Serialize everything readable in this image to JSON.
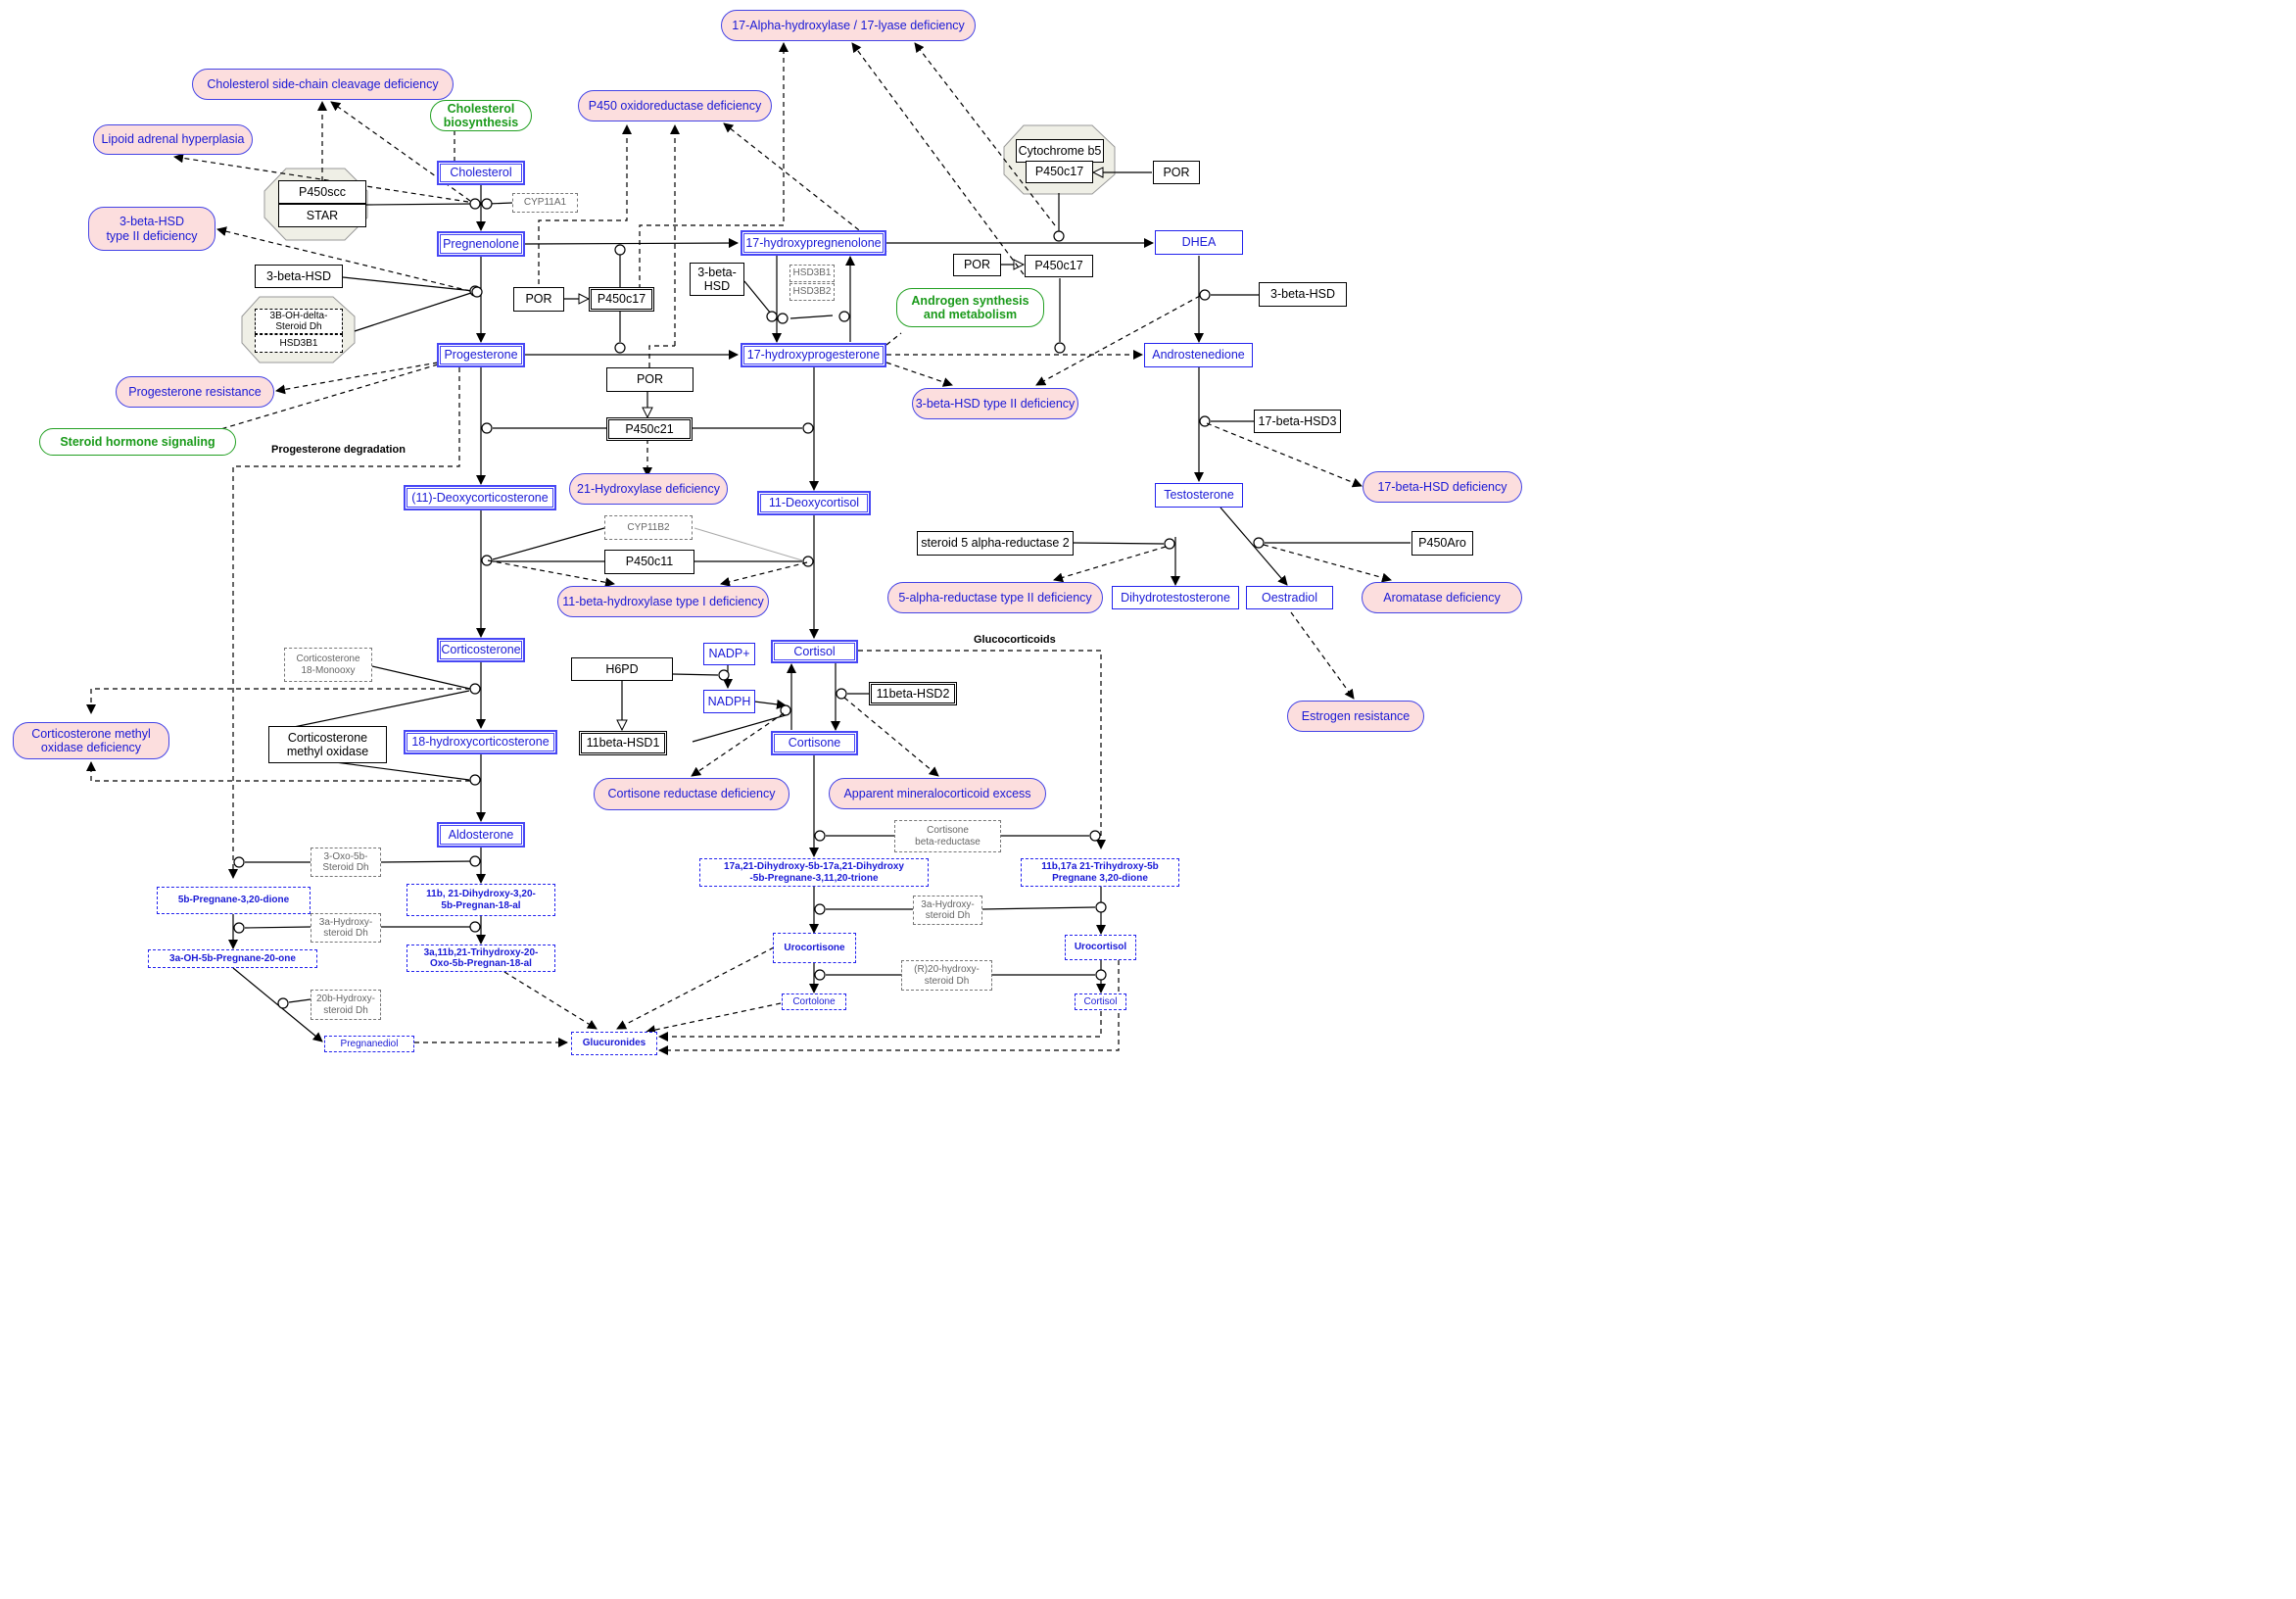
{
  "diseases": {
    "alpha17": "17-Alpha-hydroxylase / 17-lyase deficiency",
    "sidechain": "Cholesterol side-chain cleavage deficiency",
    "lipoid": "Lipoid adrenal hyperplasia",
    "hsd3_left": "3-beta-HSD\ntype II deficiency",
    "p450or": "P450 oxidoreductase deficiency",
    "prog_res": "Progesterone resistance",
    "hsd3_right": "3-beta-HSD type II deficiency",
    "hsd17": "17-beta-HSD deficiency",
    "hydrox21": "21-Hydroxylase deficiency",
    "hydrox11": "11-beta-hydroxylase type I deficiency",
    "red5a": "5-alpha-reductase type II deficiency",
    "aromatase": "Aromatase deficiency",
    "estrogen": "Estrogen resistance",
    "cmo": "Corticosterone methyl\noxidase deficiency",
    "cortisone_red": "Cortisone reductase deficiency",
    "ame": "Apparent mineralocorticoid excess"
  },
  "pathways": {
    "chol_bio": "Cholesterol\nbiosynthesis",
    "androgen": "Androgen synthesis\nand metabolism",
    "steroid_sig": "Steroid hormone signaling"
  },
  "metabolites": {
    "cholesterol": "Cholesterol",
    "pregnenolone": "Pregnenolone",
    "hpreg17": "17-hydroxypregnenolone",
    "dhea": "DHEA",
    "progesterone": "Progesterone",
    "hprog17": "17-hydroxyprogesterone",
    "androstenedione": "Androstenedione",
    "testosterone": "Testosterone",
    "deoxycorticosterone": "(11)-Deoxycorticosterone",
    "deoxycortisol": "11-Deoxycortisol",
    "dht": "Dihydrotestosterone",
    "oestradiol": "Oestradiol",
    "corticosterone": "Corticosterone",
    "cortisol": "Cortisol",
    "nadp": "NADP+",
    "nadph": "NADPH",
    "hcort18": "18-hydroxycorticosterone",
    "cortisone": "Cortisone",
    "aldosterone": "Aldosterone",
    "m_dihydroxy": "17a,21-Dihydroxy-5b-17a,21-Dihydroxy\n-5b-Pregnane-3,11,20-trione",
    "m_trihydroxy": "11b,17a 21-Trihydroxy-5b\nPregnane 3,20-dione",
    "m_5bpreg": "5b-Pregnane-3,20-dione",
    "m_11b21": "11b, 21-Dihydroxy-3,20-\n5b-Pregnan-18-al",
    "m_3aoh": "3a-OH-5b-Pregnane-20-one",
    "m_3a11b": "3a,11b,21-Trihydroxy-20-\nOxo-5b-Pregnan-18-al",
    "urocortisone": "Urocortisone",
    "urocortisol": "Urocortisol",
    "cortolone": "Cortolone",
    "cortisol2": "Cortisol",
    "pregnanediol": "Pregnanediol",
    "glucuronides": "Glucuronides"
  },
  "genes": {
    "cytb5": "Cytochrome b5",
    "p450c17_top": "P450c17",
    "por_top": "POR",
    "p450scc": "P450scc",
    "star": "STAR",
    "cyp11a1": "CYP11A1",
    "hsd3b_left": "3-beta-HSD",
    "por_mid": "POR",
    "p450c17_mid": "P450c17",
    "hsd3b_mid": "3-beta-\nHSD",
    "hsd3b1_gray": "HSD3B1",
    "hsd3b2_gray": "HSD3B2",
    "por_right": "POR",
    "p450c17_right": "P450c17",
    "hsd3b_right": "3-beta-HSD",
    "oh_delta": "3B-OH-delta-\nSteroid Dh",
    "hsd3b1": "HSD3B1",
    "por_p21": "POR",
    "p450c21": "P450c21",
    "hsd17b3": "17-beta-HSD3",
    "cyp11b2": "CYP11B2",
    "p450c11": "P450c11",
    "srd5a2": "steroid 5 alpha-reductase 2",
    "p450aro": "P450Aro",
    "cort18mono": "Corticosterone\n18-Monooxy",
    "h6pd": "H6PD",
    "hsd11b2": "11beta-HSD2",
    "cmo_gene": "Corticosterone\nmethyl oxidase",
    "hsd11b1": "11beta-HSD1",
    "oxo5b": "3-Oxo-5b-\nSteroid Dh",
    "cortbred": "Cortisone\nbeta-reductase",
    "ha3_left": "3a-Hydroxy-\nsteroid Dh",
    "ha3_right": "3a-Hydroxy-\nsteroid Dh",
    "r20": "(R)20-hydroxy-\nsteroid Dh",
    "h20b": "20b-Hydroxy-\nsteroid Dh"
  },
  "labels": {
    "prog_deg": "Progesterone degradation",
    "glucocorticoids": "Glucocorticoids"
  },
  "colors": {
    "metabolite_border": "#4747f5",
    "disease_fill": "#fcdede",
    "pathway_green": "#1b9a1b",
    "group_fill": "#efefe6"
  }
}
